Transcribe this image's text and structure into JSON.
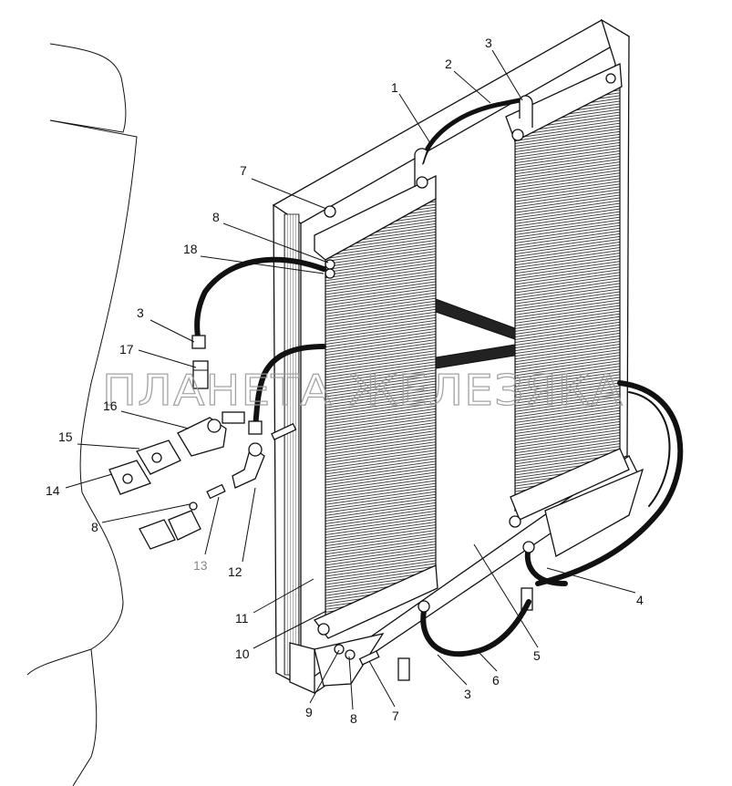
{
  "watermark": "ПЛАНЕТА ЖЕЛЕЗЯКА",
  "callouts": [
    {
      "id": "c1",
      "text": "1"
    },
    {
      "id": "c2",
      "text": "2"
    },
    {
      "id": "c3a",
      "text": "3"
    },
    {
      "id": "c7a",
      "text": "7"
    },
    {
      "id": "c8a",
      "text": "8"
    },
    {
      "id": "c18",
      "text": "18"
    },
    {
      "id": "c3b",
      "text": "3"
    },
    {
      "id": "c17",
      "text": "17"
    },
    {
      "id": "c16",
      "text": "16"
    },
    {
      "id": "c15",
      "text": "15"
    },
    {
      "id": "c14",
      "text": "14"
    },
    {
      "id": "c8b",
      "text": "8"
    },
    {
      "id": "c13",
      "text": "13"
    },
    {
      "id": "c12",
      "text": "12"
    },
    {
      "id": "c11",
      "text": "11"
    },
    {
      "id": "c10",
      "text": "10"
    },
    {
      "id": "c9",
      "text": "9"
    },
    {
      "id": "c8c",
      "text": "8"
    },
    {
      "id": "c7b",
      "text": "7"
    },
    {
      "id": "c3c",
      "text": "3"
    },
    {
      "id": "c6",
      "text": "6"
    },
    {
      "id": "c5",
      "text": "5"
    },
    {
      "id": "c4",
      "text": "4"
    }
  ],
  "colors": {
    "ink": "#111111",
    "paper": "#ffffff",
    "grey_label": "#888888"
  }
}
